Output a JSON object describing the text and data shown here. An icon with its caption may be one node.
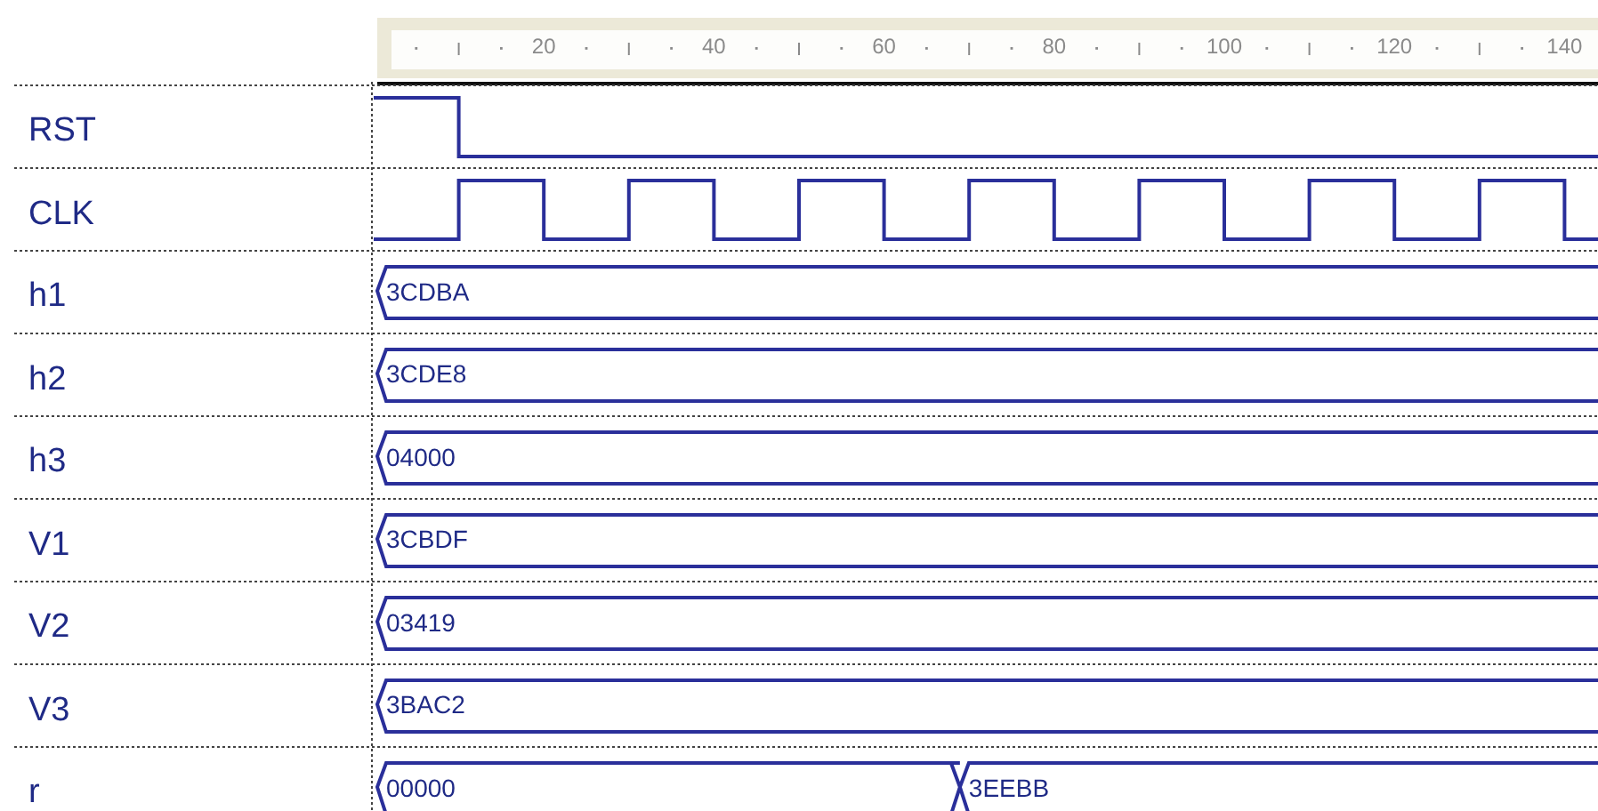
{
  "diagram": {
    "labels": [
      "20",
      "40",
      "60",
      "80",
      "100",
      "120",
      "140",
      "RST",
      "CLK",
      "h1",
      "3CDBA",
      "h2",
      "3CDE8",
      "h3",
      "04000",
      "V1",
      "3CBDF",
      "V2",
      "03419",
      "V3",
      "3BAC2",
      "r",
      "00000",
      "3EEBB"
    ]
  }
}
